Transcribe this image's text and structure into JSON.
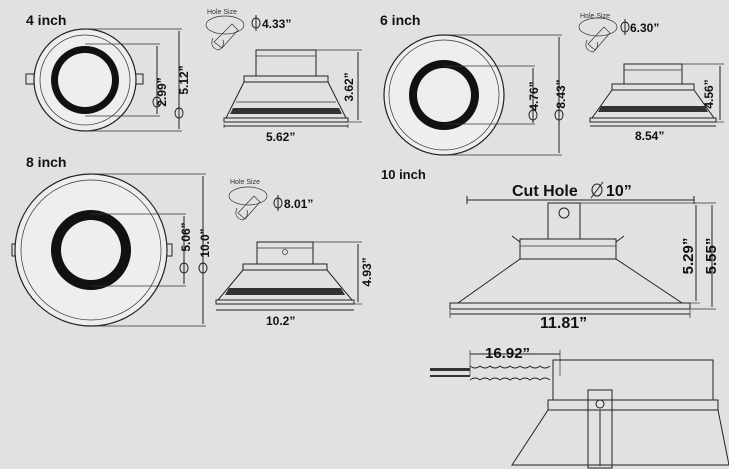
{
  "colors": {
    "background": "#e3e0e1",
    "line": "#222222"
  },
  "models": {
    "four": {
      "title": "4 inch",
      "hole_size_label": "Hole Size",
      "hole": "4.33”",
      "inner": "2.99”",
      "outer": "5.12”",
      "height": "3.62”",
      "width": "5.62”"
    },
    "six": {
      "title": "6 inch",
      "hole_size_label": "Hole Size",
      "hole": "6.30”",
      "inner": "4.76”",
      "outer": "8.43”",
      "height": "4.56”",
      "width": "8.54”"
    },
    "eight": {
      "title": "8 inch",
      "hole_size_label": "Hole Size",
      "hole": "8.01”",
      "inner": "5.06”",
      "outer": "10.0”",
      "height": "4.93”",
      "width": "10.2”"
    },
    "ten": {
      "title": "10 inch",
      "cut_hole": "Cut Hole",
      "cut_hole_value": "10”",
      "height_inner": "5.29”",
      "height_outer": "5.55”",
      "width": "11.81”",
      "cable": "16.92”"
    }
  },
  "icons": [
    "phi-symbol-icon",
    "hole-saw-icon"
  ]
}
